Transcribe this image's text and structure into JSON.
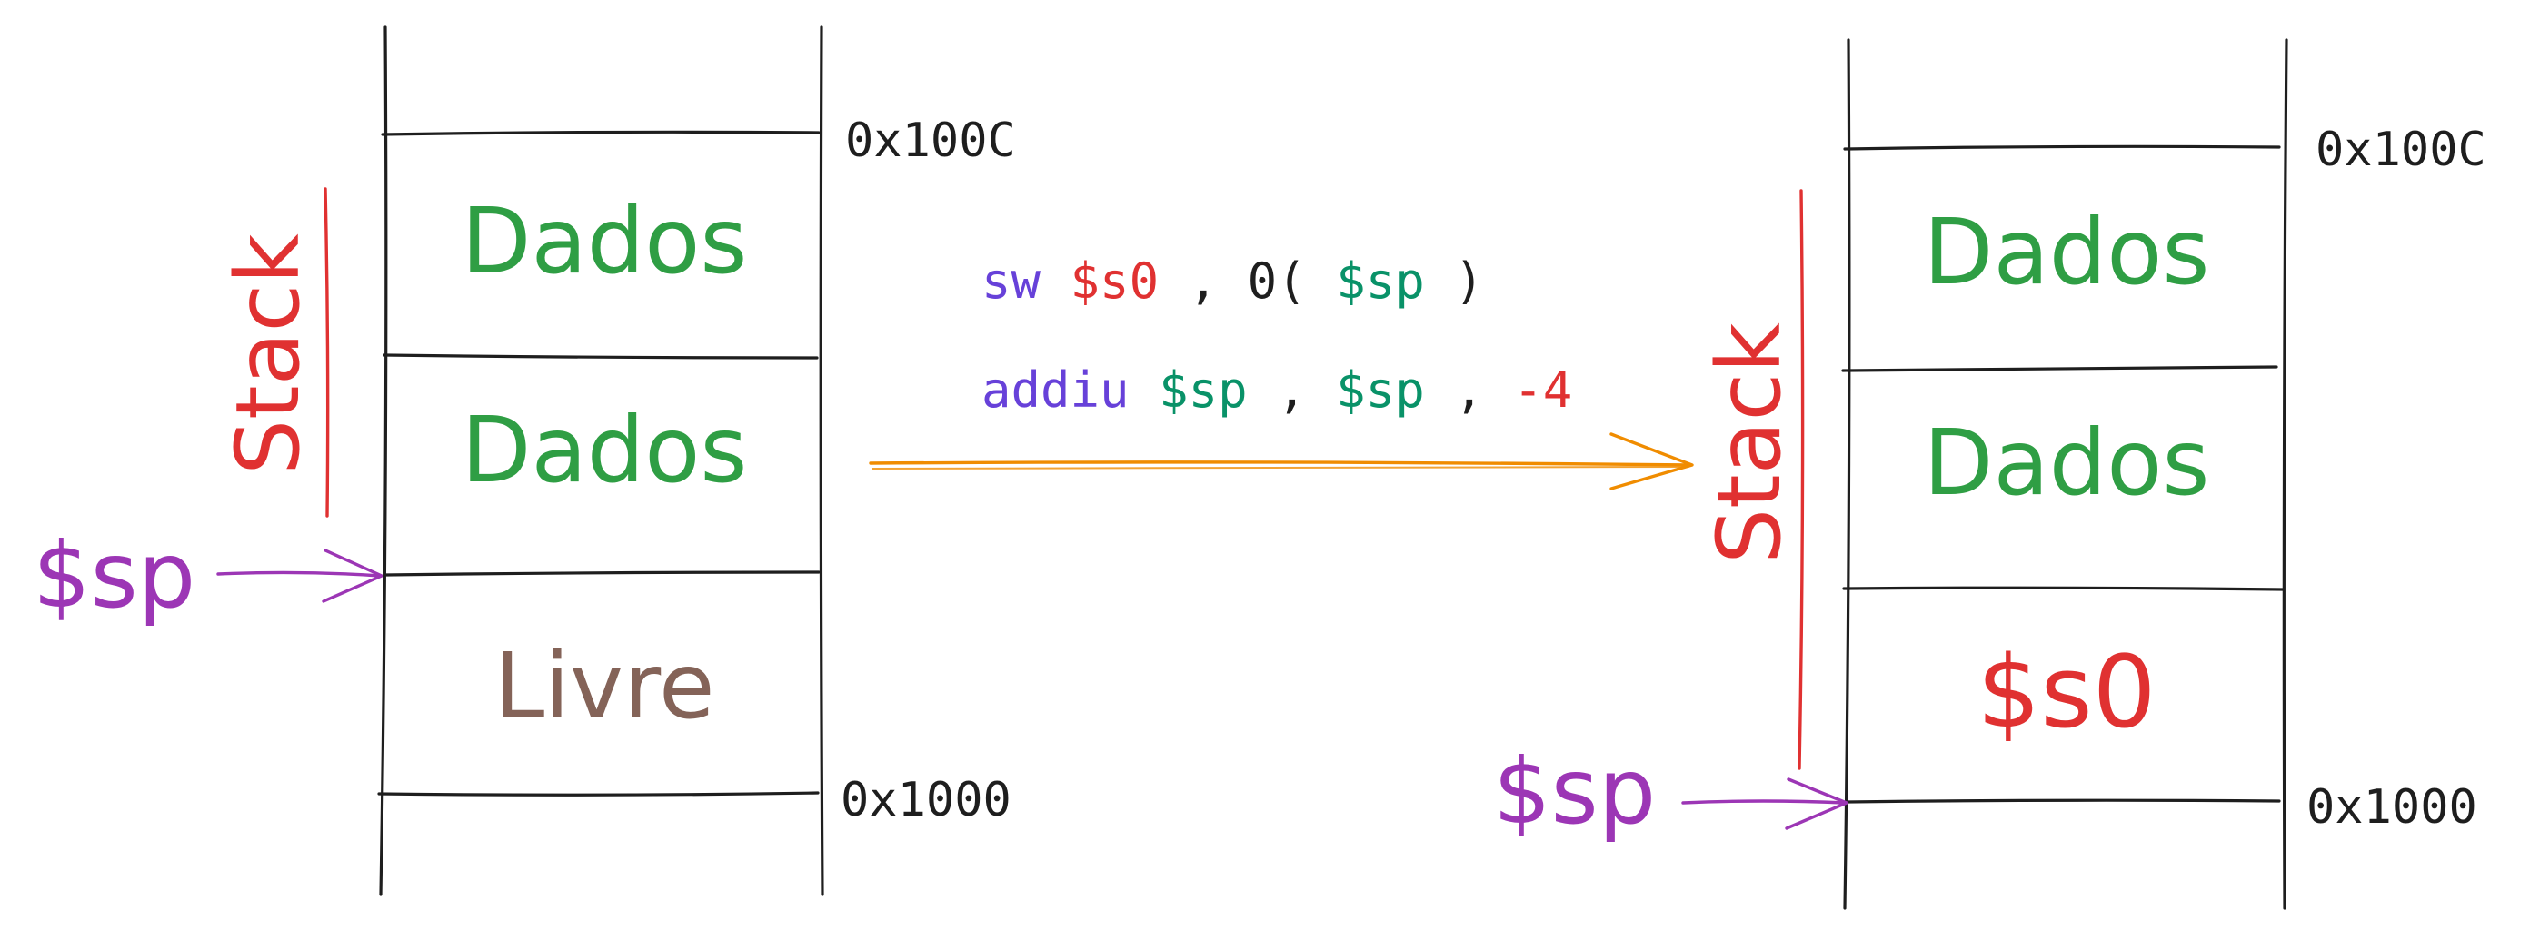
{
  "colors": {
    "ink": "#1e1e1e",
    "dados": "#2f9e44",
    "livre": "#846358",
    "stack": "#e03131",
    "sp_pointer": "#9c36b5",
    "arrow": "#f08c00",
    "mnemonic": "#6741d9",
    "reg_s0": "#e03131",
    "reg_sp": "#099268",
    "immediate": "#e03131",
    "punct": "#1e1e1e"
  },
  "before": {
    "cells": [
      "Dados",
      "Dados",
      "Livre"
    ],
    "top_address": "0x100C",
    "bottom_address": "0x1000",
    "stack_label": "Stack",
    "sp_label": "$sp"
  },
  "after": {
    "cells": [
      "Dados",
      "Dados",
      "$s0"
    ],
    "top_address": "0x100C",
    "bottom_address": "0x1000",
    "stack_label": "Stack",
    "sp_label": "$sp"
  },
  "instructions": {
    "line1": {
      "mnemonic": "sw",
      "reg": "$s0",
      "comma": ",",
      "offset": "0(",
      "base": "$sp",
      "close": ")"
    },
    "line2": {
      "mnemonic": "addiu",
      "dst": "$sp",
      "comma1": ",",
      "src": "$sp",
      "comma2": ",",
      "imm": "-4"
    }
  }
}
